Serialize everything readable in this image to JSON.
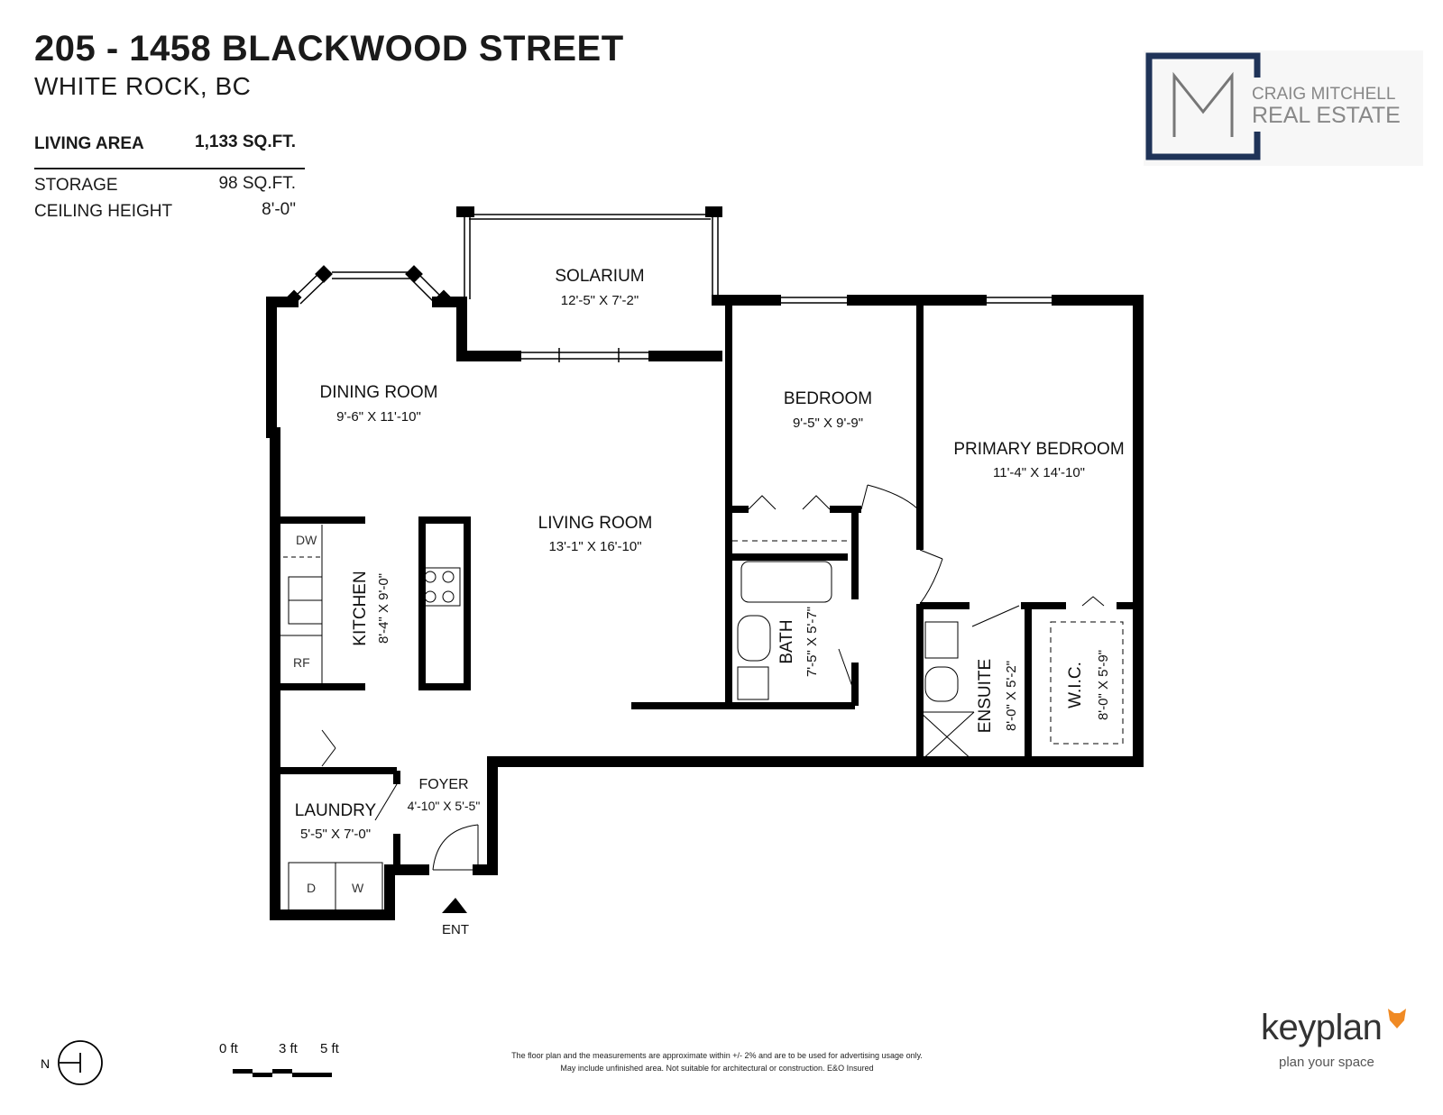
{
  "header": {
    "title": "205 - 1458 BLACKWOOD STREET",
    "subtitle": "WHITE ROCK, BC"
  },
  "specs": {
    "living_area_label": "LIVING AREA",
    "living_area_value": "1,133 SQ.FT.",
    "storage_label": "STORAGE",
    "storage_value": "98 SQ.FT.",
    "ceiling_label": "CEILING HEIGHT",
    "ceiling_value": "8'-0\""
  },
  "brand": {
    "logo_line1": "CRAIG MITCHELL",
    "logo_line2": "REAL ESTATE",
    "logo_color": "#1f3358",
    "footer_brand": "keyplan",
    "footer_tagline": "plan your space",
    "footer_accent": "#f08a24"
  },
  "rooms": {
    "solarium": {
      "name": "SOLARIUM",
      "dims": "12'-5\"  X  7'-2\""
    },
    "dining": {
      "name": "DINING ROOM",
      "dims": "9'-6\"  X  11'-10\""
    },
    "living": {
      "name": "LIVING ROOM",
      "dims": "13'-1\"  X  16'-10\""
    },
    "bedroom": {
      "name": "BEDROOM",
      "dims": "9'-5\"  X  9'-9\""
    },
    "primary": {
      "name": "PRIMARY BEDROOM",
      "dims": "11'-4\"  X  14'-10\""
    },
    "kitchen": {
      "name": "KITCHEN",
      "dims": "8'-4\"  X  9'-0\""
    },
    "bath": {
      "name": "BATH",
      "dims": "7'-5\"  X  5'-7\""
    },
    "ensuite": {
      "name": "ENSUITE",
      "dims": "8'-0\" X 5'-2\""
    },
    "wic": {
      "name": "W.I.C.",
      "dims": "8'-0\"  X  5'-9\""
    },
    "foyer": {
      "name": "FOYER",
      "dims": "4'-10\" X  5'-5\""
    },
    "laundry": {
      "name": "LAUNDRY",
      "dims": "5'-5\" X 7'-0\""
    }
  },
  "fixtures": {
    "dw": "DW",
    "rf": "RF",
    "dryer": "D",
    "washer": "W",
    "entrance": "ENT"
  },
  "compass": {
    "north": "N"
  },
  "scale": {
    "zero": "0 ft",
    "three": "3 ft",
    "five": "5 ft"
  },
  "disclaimer": {
    "line1": "The floor plan and the measurements are approximate within +/- 2% and are to be used for advertising usage only.",
    "line2": "May include unfinished area. Not suitable for architectural or construction. E&O Insured"
  }
}
